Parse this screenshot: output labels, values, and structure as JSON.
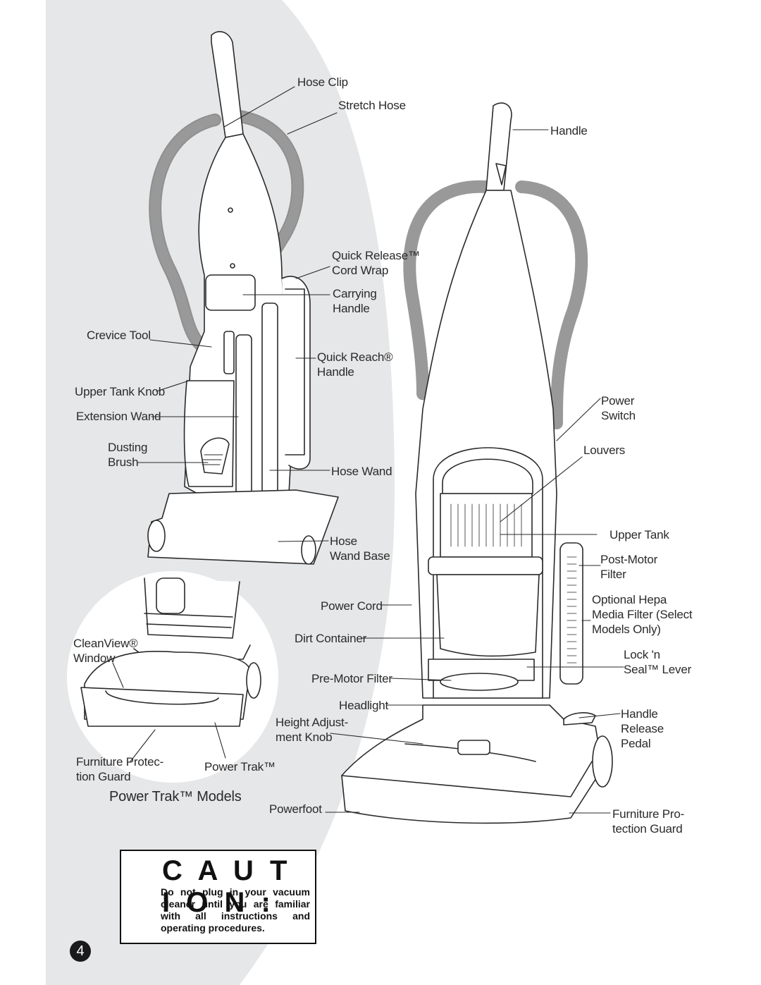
{
  "labels_left_vacuum": {
    "hose_clip": "Hose Clip",
    "stretch_hose": "Stretch Hose",
    "quick_release": "Quick Release™\nCord Wrap",
    "carrying_handle": "Carrying\nHandle",
    "crevice_tool": "Crevice Tool",
    "quick_reach": "Quick Reach®\nHandle",
    "upper_tank_knob": "Upper Tank Knob",
    "extension_wand": "Extension Wand",
    "dusting_brush": "Dusting\nBrush",
    "hose_wand": "Hose Wand",
    "hose_wand_base": "Hose\nWand Base"
  },
  "labels_right_vacuum": {
    "handle": "Handle",
    "power_switch": "Power\nSwitch",
    "louvers": "Louvers",
    "upper_tank": "Upper Tank",
    "post_motor_filter": "Post-Motor\nFilter",
    "optional_hepa": "Optional Hepa\nMedia Filter (Select\nModels Only)",
    "lock_n_seal": "Lock 'n\nSeal™ Lever",
    "power_cord": "Power Cord",
    "dirt_container": "Dirt Container",
    "pre_motor_filter": "Pre-Motor Filter",
    "headlight": "Headlight",
    "height_adjustment_knob": "Height Adjust-\nment Knob",
    "handle_release_pedal": "Handle\nRelease\nPedal",
    "powerfoot": "Powerfoot",
    "furniture_protection_guard": "Furniture Pro-\ntection Guard"
  },
  "inset": {
    "cleanview_window": "CleanView®\nWindow",
    "furniture_protection_guard": "Furniture Protec-\ntion Guard",
    "power_trak": "Power Trak™",
    "title": "Power Trak™ Models"
  },
  "caution": {
    "heading": "C A U T I O N :",
    "text": "Do not plug in your vacuum cleaner until you are familiar with all instructions and operating procedures."
  },
  "page_number": "4",
  "colors": {
    "background_shape": "#e6e7e8",
    "line": "#2a2a2a",
    "page_number_bg": "#1a1a1a"
  }
}
